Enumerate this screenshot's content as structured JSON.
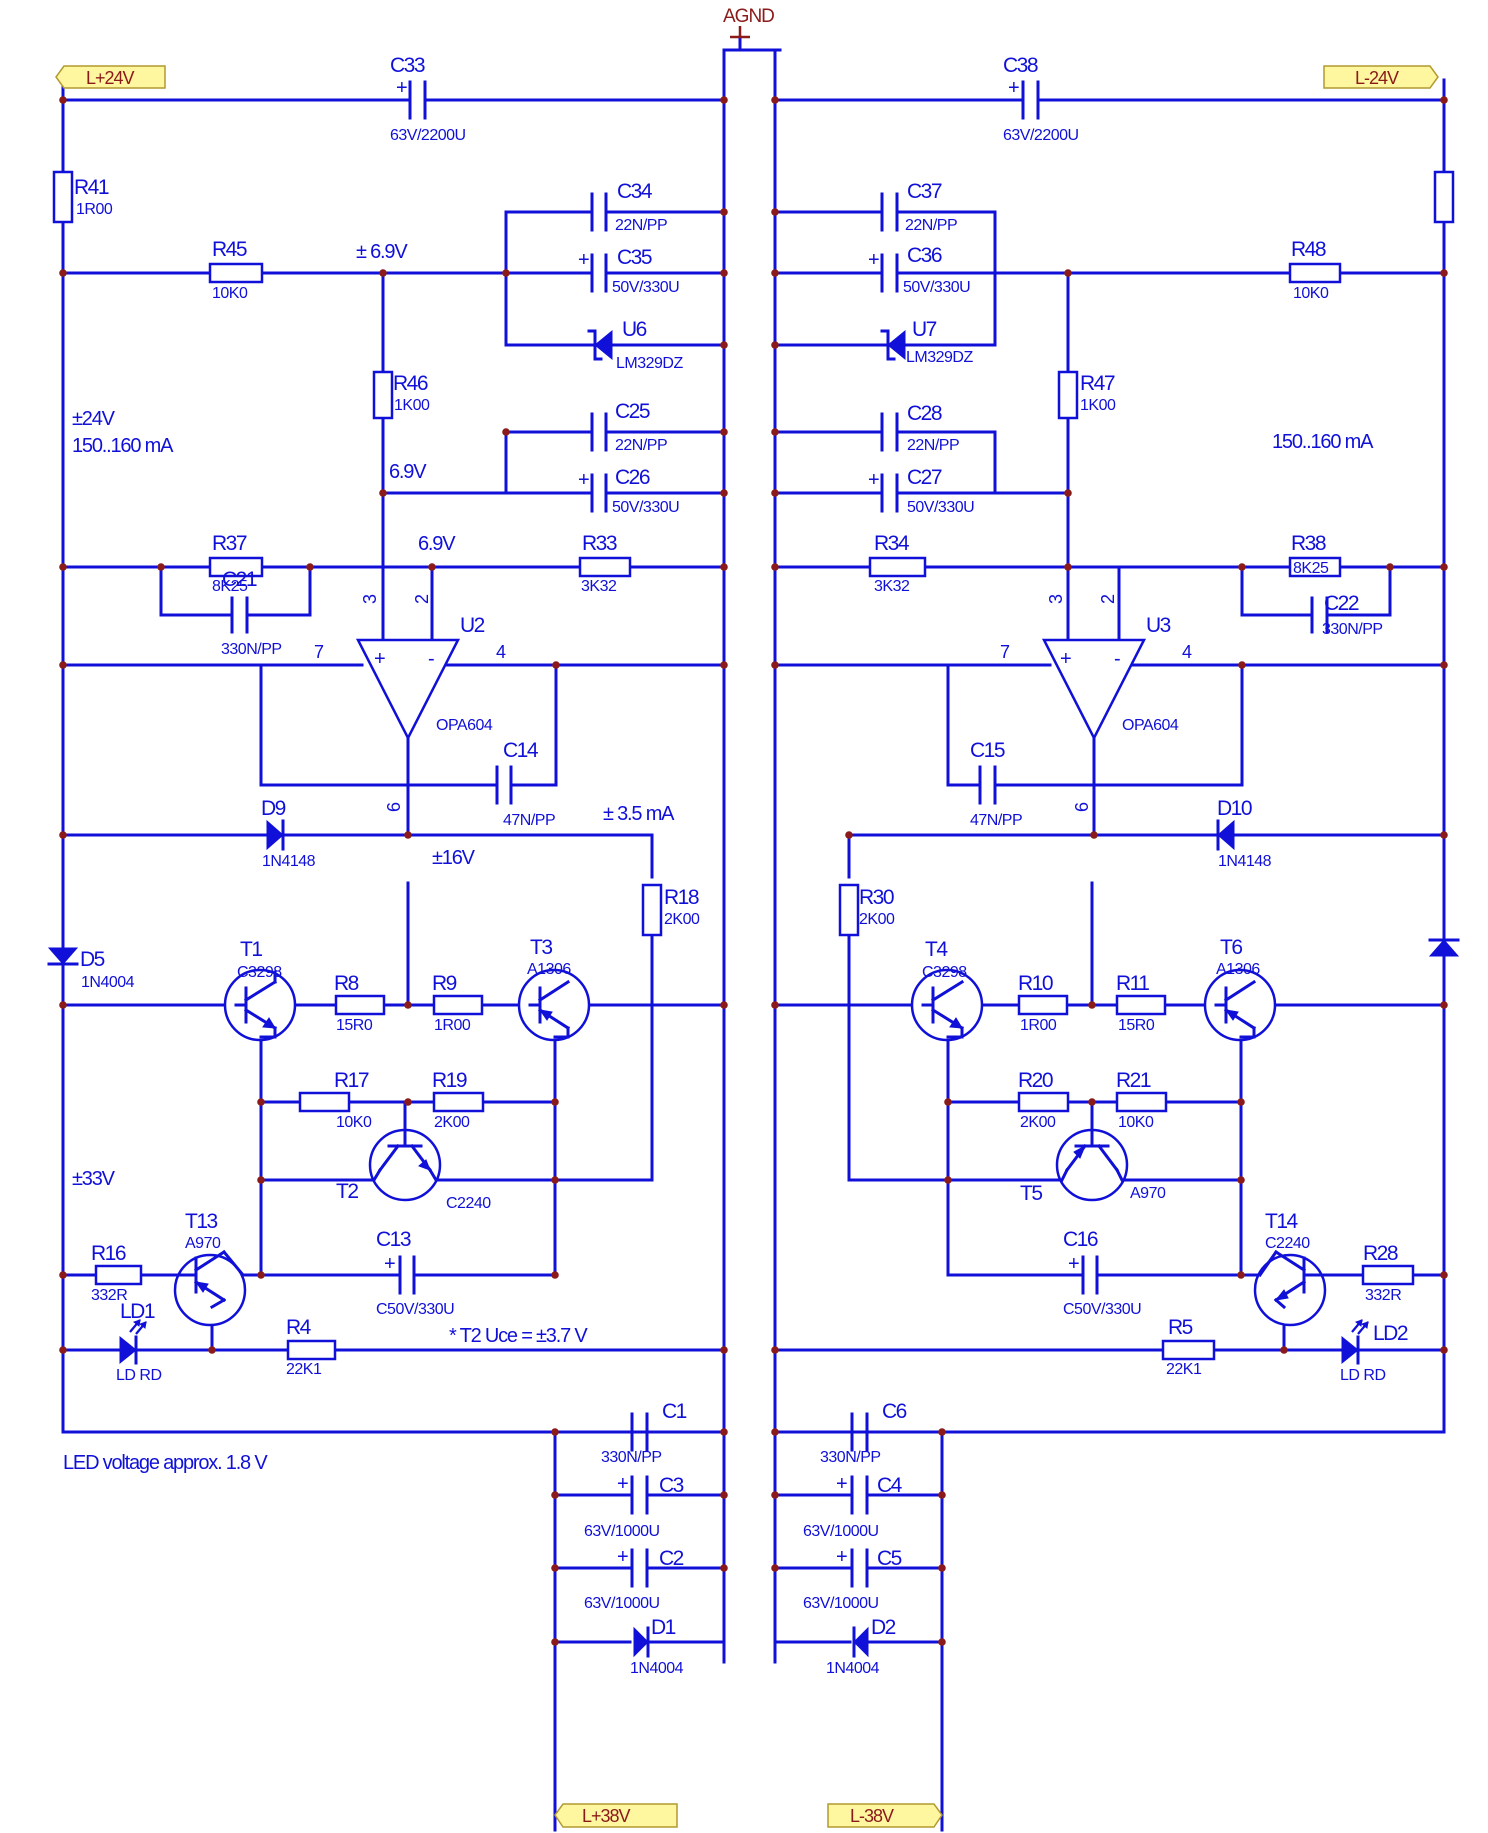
{
  "ground_label": "AGND",
  "ports": {
    "lp24": "L+24V",
    "lm24": "L-24V",
    "lp38": "L+38V",
    "lm38": "L-38V"
  },
  "notes": {
    "pm24": "±24V",
    "current_left": "150..160 mA",
    "current_right": "150..160 mA",
    "pm69": "± 6.9V",
    "v69a": "6.9V",
    "v69b": "6.9V",
    "pm35": "± 3.5 mA",
    "pm16": "±16V",
    "pm33": "±33V",
    "t2uce": "* T2 Uce = ±3.7 V",
    "led": "LED voltage approx. 1.8 V"
  },
  "components": {
    "C33": {
      "ref": "C33",
      "value": "63V/2200U"
    },
    "C38": {
      "ref": "C38",
      "value": "63V/2200U"
    },
    "R41": {
      "ref": "R41",
      "value": "1R00"
    },
    "R45": {
      "ref": "R45",
      "value": "10K0"
    },
    "R48": {
      "ref": "R48",
      "value": "10K0"
    },
    "C34": {
      "ref": "C34",
      "value": "22N/PP"
    },
    "C35": {
      "ref": "C35",
      "value": "50V/330U"
    },
    "U6": {
      "ref": "U6",
      "value": "LM329DZ"
    },
    "C37": {
      "ref": "C37",
      "value": "22N/PP"
    },
    "C36": {
      "ref": "C36",
      "value": "50V/330U"
    },
    "U7": {
      "ref": "U7",
      "value": "LM329DZ"
    },
    "R46": {
      "ref": "R46",
      "value": "1K00"
    },
    "R47": {
      "ref": "R47",
      "value": "1K00"
    },
    "C25": {
      "ref": "C25",
      "value": "22N/PP"
    },
    "C26": {
      "ref": "C26",
      "value": "50V/330U"
    },
    "C28": {
      "ref": "C28",
      "value": "22N/PP"
    },
    "C27": {
      "ref": "C27",
      "value": "50V/330U"
    },
    "R37": {
      "ref": "R37",
      "value": "8K25"
    },
    "C21": {
      "ref": "C21",
      "value": "330N/PP"
    },
    "R33": {
      "ref": "R33",
      "value": "3K32"
    },
    "R34": {
      "ref": "R34",
      "value": "3K32"
    },
    "R38": {
      "ref": "R38",
      "value": "8K25"
    },
    "C22": {
      "ref": "C22",
      "value": "330N/PP"
    },
    "U2": {
      "ref": "U2",
      "value": "OPA604"
    },
    "U3": {
      "ref": "U3",
      "value": "OPA604"
    },
    "C14": {
      "ref": "C14",
      "value": "47N/PP"
    },
    "C15": {
      "ref": "C15",
      "value": "47N/PP"
    },
    "D9": {
      "ref": "D9",
      "value": "1N4148"
    },
    "D10": {
      "ref": "D10",
      "value": "1N4148"
    },
    "R18": {
      "ref": "R18",
      "value": "2K00"
    },
    "R30": {
      "ref": "R30",
      "value": "2K00"
    },
    "D5": {
      "ref": "D5",
      "value": "1N4004"
    },
    "T1": {
      "ref": "T1",
      "value": "C3298"
    },
    "R8": {
      "ref": "R8",
      "value": "15R0"
    },
    "R9": {
      "ref": "R9",
      "value": "1R00"
    },
    "T3": {
      "ref": "T3",
      "value": "A1306"
    },
    "T4": {
      "ref": "T4",
      "value": "C3298"
    },
    "R10": {
      "ref": "R10",
      "value": "1R00"
    },
    "R11": {
      "ref": "R11",
      "value": "15R0"
    },
    "T6": {
      "ref": "T6",
      "value": "A1306"
    },
    "R17": {
      "ref": "R17",
      "value": "10K0"
    },
    "R19": {
      "ref": "R19",
      "value": "2K00"
    },
    "T2": {
      "ref": "T2",
      "value": "C2240"
    },
    "R20": {
      "ref": "R20",
      "value": "2K00"
    },
    "R21": {
      "ref": "R21",
      "value": "10K0"
    },
    "T5": {
      "ref": "T5",
      "value": "A970"
    },
    "T13": {
      "ref": "T13",
      "value": "A970"
    },
    "R16": {
      "ref": "R16",
      "value": "332R"
    },
    "C13": {
      "ref": "C13",
      "value": "C50V/330U"
    },
    "LD1": {
      "ref": "LD1",
      "value": "LD RD"
    },
    "R4": {
      "ref": "R4",
      "value": "22K1"
    },
    "C16": {
      "ref": "C16",
      "value": "C50V/330U"
    },
    "T14": {
      "ref": "T14",
      "value": "C2240"
    },
    "R28": {
      "ref": "R28",
      "value": "332R"
    },
    "R5": {
      "ref": "R5",
      "value": "22K1"
    },
    "LD2": {
      "ref": "LD2",
      "value": "LD RD"
    },
    "C1": {
      "ref": "C1",
      "value": "330N/PP"
    },
    "C3": {
      "ref": "C3",
      "value": "63V/1000U"
    },
    "C2": {
      "ref": "C2",
      "value": "63V/1000U"
    },
    "D1": {
      "ref": "D1",
      "value": "1N4004"
    },
    "C6": {
      "ref": "C6",
      "value": "330N/PP"
    },
    "C4": {
      "ref": "C4",
      "value": "63V/1000U"
    },
    "C5": {
      "ref": "C5",
      "value": "63V/1000U"
    },
    "D2": {
      "ref": "D2",
      "value": "1N4004"
    }
  },
  "pins": {
    "p3": "3",
    "p2": "2",
    "p7": "7",
    "p4": "4",
    "p6": "6"
  },
  "colors": {
    "wire": "#1010d8",
    "junction": "#8b1a1a",
    "port_fill": "#fff6a0"
  }
}
